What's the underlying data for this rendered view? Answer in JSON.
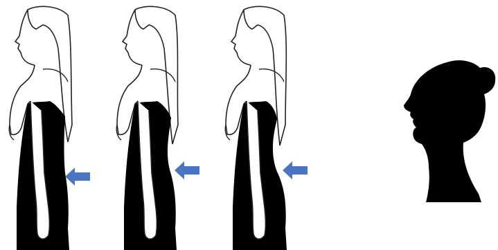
{
  "figures": [
    {
      "name": "posture-figure-1",
      "lumbar_curve": "flat"
    },
    {
      "name": "posture-figure-2",
      "lumbar_curve": "moderate"
    },
    {
      "name": "posture-figure-3",
      "lumbar_curve": "pronounced"
    }
  ],
  "colors": {
    "background": "#ffffff",
    "outline": "#222222",
    "garment": "#000000",
    "arrow": "#4a74c4",
    "silhouette": "#000000"
  },
  "icons": {
    "arrow": "left-arrow-icon",
    "profile": "female-head-silhouette"
  }
}
